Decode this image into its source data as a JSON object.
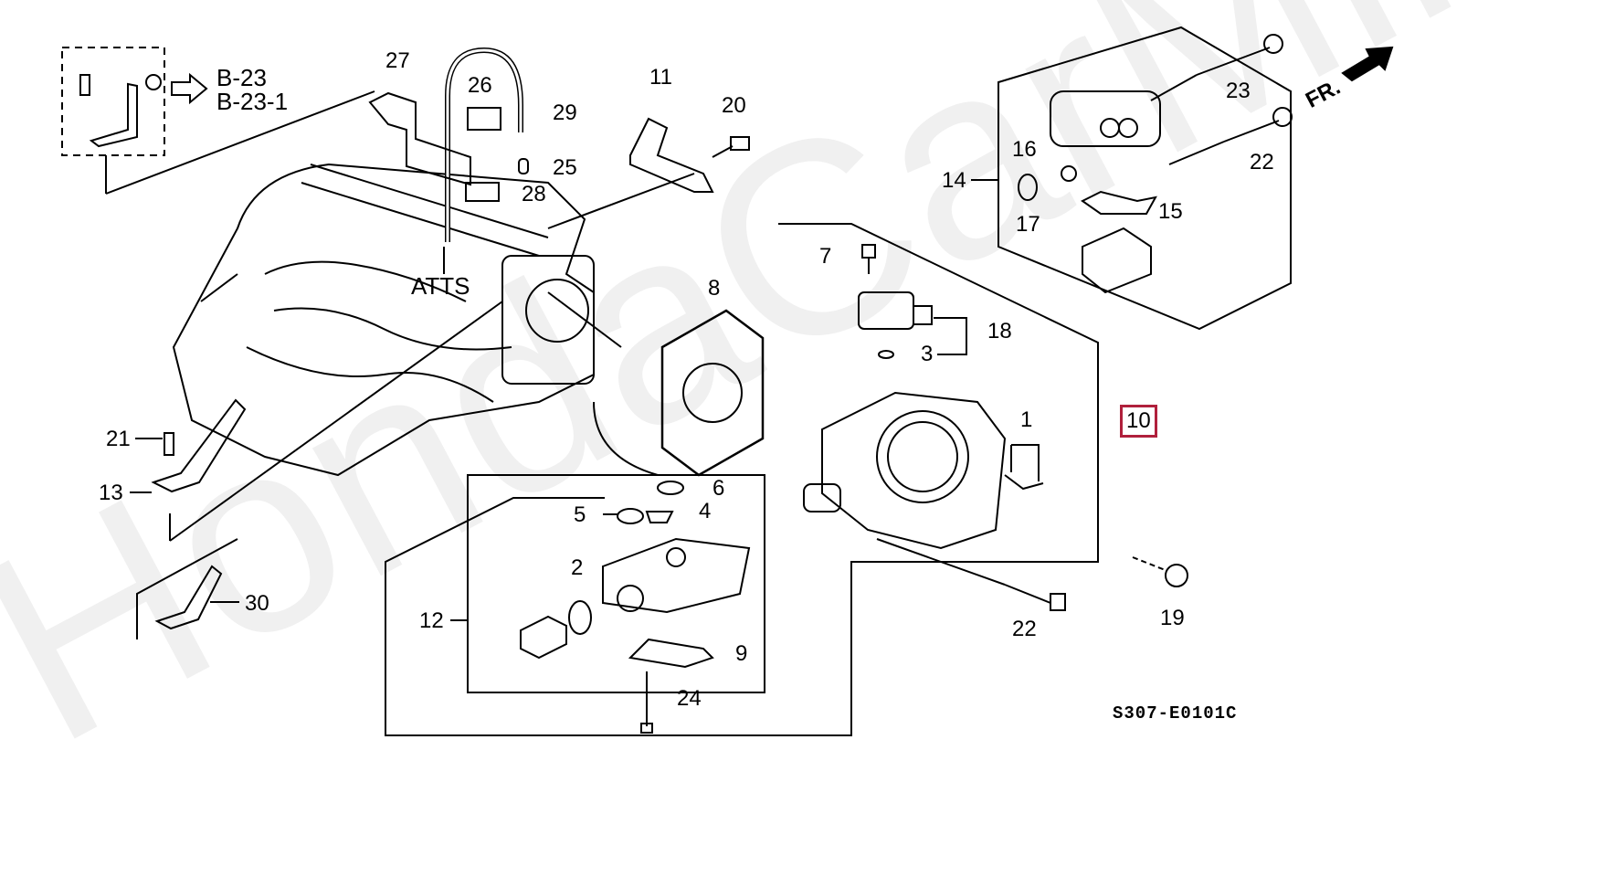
{
  "diagram": {
    "title": "Throttle Body / Intake Manifold Parts Diagram",
    "watermark": "HondaCarMine.ru",
    "diagram_code": "S307-E0101C",
    "reference_labels": [
      "B-23",
      "B-23-1"
    ],
    "port_label": "ATTS",
    "direction_label": "FR.",
    "highlighted_part": "10",
    "highlight_color": "#b0203c",
    "callouts": [
      {
        "id": "1",
        "label": "1"
      },
      {
        "id": "2",
        "label": "2"
      },
      {
        "id": "3",
        "label": "3"
      },
      {
        "id": "4",
        "label": "4"
      },
      {
        "id": "5",
        "label": "5"
      },
      {
        "id": "6",
        "label": "6"
      },
      {
        "id": "7",
        "label": "7"
      },
      {
        "id": "8",
        "label": "8"
      },
      {
        "id": "9",
        "label": "9"
      },
      {
        "id": "10",
        "label": "10"
      },
      {
        "id": "11",
        "label": "11"
      },
      {
        "id": "12",
        "label": "12"
      },
      {
        "id": "13",
        "label": "13"
      },
      {
        "id": "14",
        "label": "14"
      },
      {
        "id": "15",
        "label": "15"
      },
      {
        "id": "16",
        "label": "16"
      },
      {
        "id": "17",
        "label": "17"
      },
      {
        "id": "18",
        "label": "18"
      },
      {
        "id": "19",
        "label": "19"
      },
      {
        "id": "20",
        "label": "20"
      },
      {
        "id": "21",
        "label": "21"
      },
      {
        "id": "22a",
        "label": "22"
      },
      {
        "id": "22b",
        "label": "22"
      },
      {
        "id": "23",
        "label": "23"
      },
      {
        "id": "24",
        "label": "24"
      },
      {
        "id": "25",
        "label": "25"
      },
      {
        "id": "26",
        "label": "26"
      },
      {
        "id": "27",
        "label": "27"
      },
      {
        "id": "28",
        "label": "28"
      },
      {
        "id": "29",
        "label": "29"
      },
      {
        "id": "30",
        "label": "30"
      }
    ]
  }
}
